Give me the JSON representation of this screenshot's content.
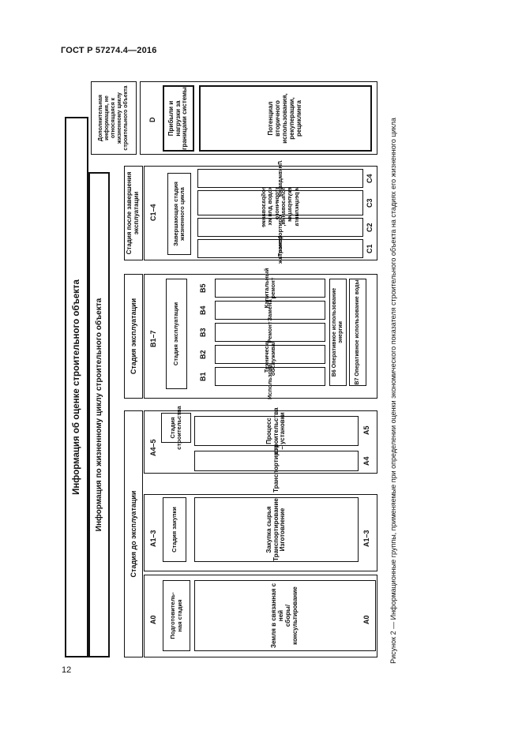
{
  "header": {
    "doc_number": "ГОСТ Р 57274.4—2016"
  },
  "page_number": "12",
  "figure": {
    "top_bar": "Информация об оценке строительного объекта",
    "life_cycle_bar": "Информация по жизненному циклу строительного объекта",
    "pre_use": {
      "title": "Стадия до эксплуатации",
      "a0": {
        "code": "A0",
        "stage": "Подготовитель-\nная стадия",
        "row_code": "A0",
        "row_text": "Земля в связанная с ней\nсборы/консультирование"
      },
      "a13": {
        "code": "A1–3",
        "stage": "Стадия закупки",
        "row_code": "A1–3",
        "row_text": "Закупка сырья\nТранспортирование\nИзготовление"
      },
      "a45": {
        "code": "A4–5",
        "stage": "Стадия\nстроительства",
        "rows": [
          {
            "code": "A4",
            "text": "Транспортирование"
          },
          {
            "code": "A5",
            "text": "Процесс строительства – установки"
          }
        ]
      }
    },
    "use": {
      "title": "Стадия эксплуатации",
      "code": "B1–7",
      "stage": "Стадия эксплуатации",
      "rows": [
        {
          "code": "B1",
          "text": "Использование"
        },
        {
          "code": "B2",
          "text": "Техническое обслуживание"
        },
        {
          "code": "B3",
          "text": "Ремонт"
        },
        {
          "code": "B4",
          "text": "Замена"
        },
        {
          "code": "B5",
          "text": "Капитальный ремонт"
        }
      ],
      "b6": "B6 Оперативное использование энергии",
      "b7": "B7 Оперативное использование воды"
    },
    "post_use": {
      "title": "Стадия после завершения эксплуатации",
      "code": "C1–4",
      "stage": "Завершающая стадия жизненного цикла",
      "rows": [
        {
          "code": "C1",
          "text": "Демонтаж"
        },
        {
          "code": "C2",
          "text": "Транспортирование"
        },
        {
          "code": "C3",
          "text": "Преобразование отходов для их вторичного использования, рекуперации или рециклинга"
        },
        {
          "code": "C4",
          "text": "Ликвидация"
        }
      ]
    },
    "additional": {
      "title": "Дополнительная информация, не относящаяся к жизненному циклу строительного объекта",
      "code": "D",
      "stage": "Прибыли и нагрузки за границами системы",
      "potential": "Потенциал вторичного использования, рекуперации, рециклинга"
    }
  },
  "caption": "Рисунок 2 — Информационные группы, применяемые при определении оценки экономического показателя строительного объекта на стадиях его жизненного цикла"
}
